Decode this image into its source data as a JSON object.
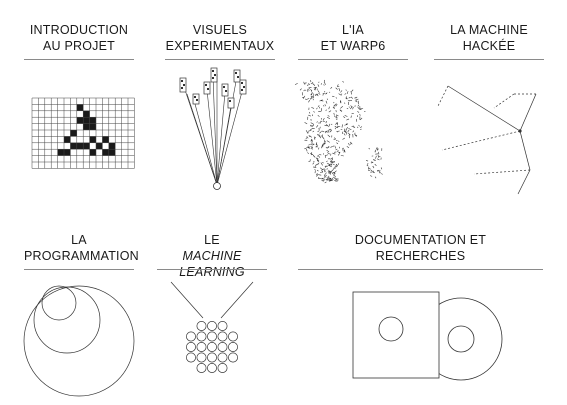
{
  "tiles": [
    {
      "id": "intro",
      "lines": [
        "INTRODUCTION",
        "AU PROJET"
      ]
    },
    {
      "id": "visuels",
      "lines": [
        "VISUELS",
        "EXPERIMENTAUX"
      ]
    },
    {
      "id": "ia",
      "lines": [
        "L'IA",
        "ET WARP6"
      ]
    },
    {
      "id": "machine",
      "lines": [
        "LA MACHINE",
        "HACKÉE"
      ]
    },
    {
      "id": "prog",
      "lines": [
        "LA",
        "PROGRAMMATION"
      ]
    },
    {
      "id": "ml",
      "line1_plain": "LE ",
      "line1_italic": "MACHINE",
      "line2_italic": "LEARNING"
    },
    {
      "id": "docs",
      "lines": [
        "DOCUMENTATION ET",
        "RECHERCHES"
      ]
    }
  ]
}
